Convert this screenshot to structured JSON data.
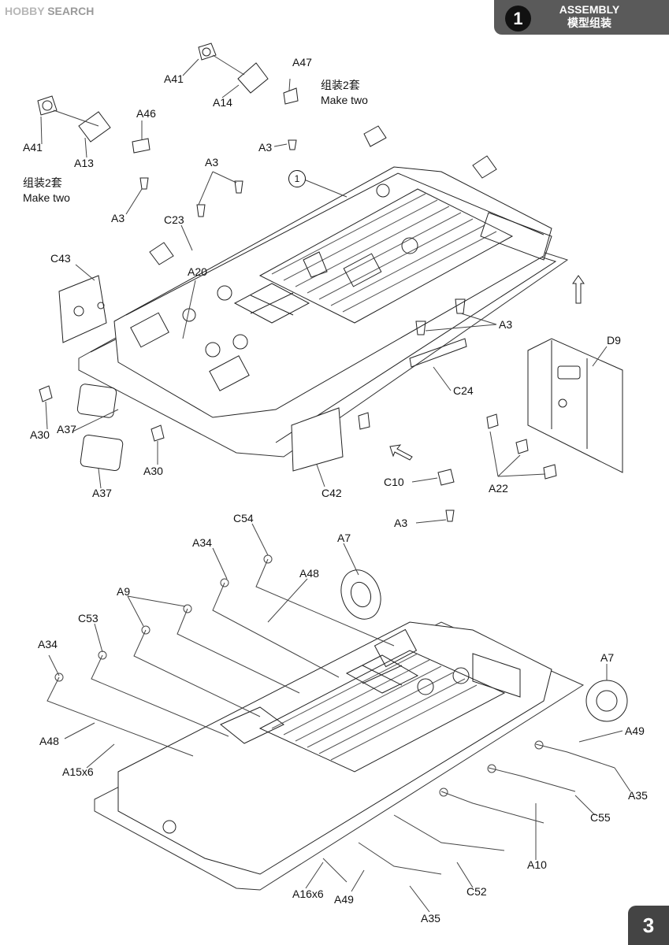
{
  "watermark": {
    "hobby": "HOBBY",
    "search": "SEARCH"
  },
  "header": {
    "step": "1",
    "title_en": "ASSEMBLY",
    "title_cn": "模型组装"
  },
  "page_number": "3",
  "notes": {
    "left": {
      "cn": "组装2套",
      "en": "Make two"
    },
    "right": {
      "cn": "组装2套",
      "en": "Make two"
    }
  },
  "callout": "1",
  "labels_top": {
    "A41_a": "A41",
    "A41_b": "A41",
    "A14": "A14",
    "A47": "A47",
    "A3_a": "A3",
    "A13": "A13",
    "A46": "A46",
    "A3_b": "A3",
    "A3_c": "A3",
    "C23": "C23",
    "C43": "C43",
    "A20": "A20",
    "A3_d": "A3",
    "D9": "D9",
    "C24": "C24",
    "A30_a": "A30",
    "A37_a": "A37",
    "A30_b": "A30",
    "A37_b": "A37",
    "C42": "C42",
    "C10": "C10",
    "A22": "A22",
    "A3_e": "A3"
  },
  "labels_bottom": {
    "C54": "C54",
    "A7_a": "A7",
    "A34_a": "A34",
    "A48_a": "A48",
    "A9": "A9",
    "C53": "C53",
    "A34_b": "A34",
    "A7_b": "A7",
    "A48_b": "A48",
    "A49_a": "A49",
    "A15x6": "A15x6",
    "A35_a": "A35",
    "C55": "C55",
    "A10": "A10",
    "C52": "C52",
    "A16x6": "A16x6",
    "A49_b": "A49",
    "A35_b": "A35"
  }
}
